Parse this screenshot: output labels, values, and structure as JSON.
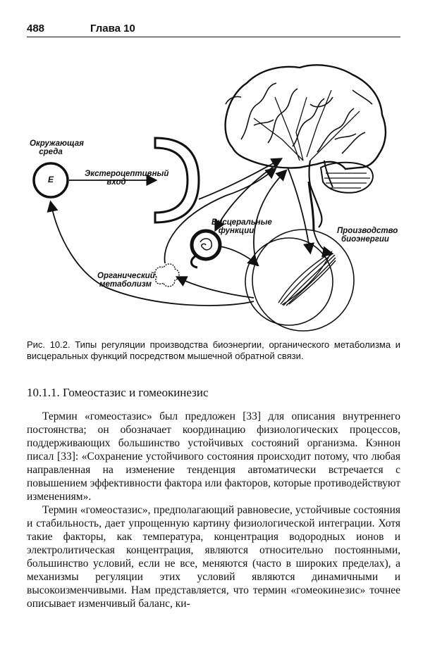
{
  "header": {
    "page_number": "488",
    "chapter": "Глава 10"
  },
  "figure": {
    "labels": {
      "environment": "Окружающая среда",
      "environment_node": "E",
      "exteroceptive_input": "Экстероцептивный вход",
      "visceral_functions": "Висцеральные функции",
      "organic_metabolism": "Органический метаболизм",
      "bioenergy_production": "Производство биоэнергии"
    },
    "caption": "Рис. 10.2. Типы регуляции производства биоэнергии, органического метаболизма и висцеральных функций посредством мышечной обратной связи."
  },
  "section": {
    "title": "10.1.1. Гомеостазис и гомеокинезис"
  },
  "body": {
    "paragraph_1": "Термин «гомеостазис» был предложен [33] для описания внутреннего постоянства; он обозначает координацию физиологических процессов, поддерживающих большинство устойчивых состояний организма. Кэннон писал [33]: «Сохранение устойчивого состояния происходит потому, что любая направленная на изменение тенденция автоматически встречается с повышением эффективности фактора или факторов, которые противодействуют изменениям».",
    "paragraph_2": "Термин «гомеостазис», предполагающий равновесие, устойчивые состояния и стабильность, дает упрощенную картину физиологической интеграции. Хотя такие факторы, как температура, концентрация водородных ионов и электролитическая концентрация, являются относительно постоянными, большинство условий, если не все, меняются (часто в широких пределах), а механизмы регуляции этих условий являются динамичными и высокоизменчивыми. Нам представляется, что термин «гомеокинезис» точнее описывает изменчивый баланс, ки-"
  }
}
